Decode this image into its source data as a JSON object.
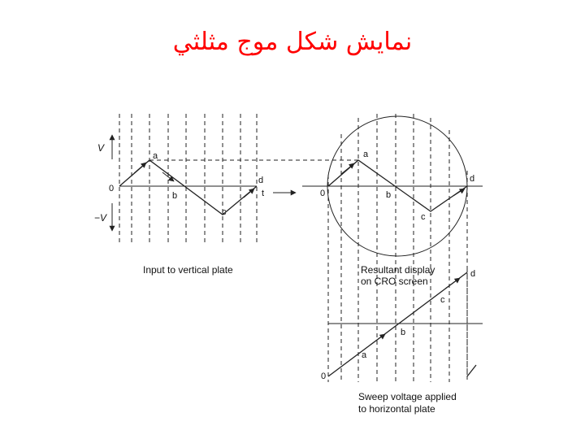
{
  "slide": {
    "title": "نمایش شکل موج مثلثي",
    "title_color": "#ff0000"
  },
  "diagram": {
    "input_labels": {
      "v_pos": "V",
      "v_neg": "−V",
      "zero": "0",
      "a": "a",
      "b": "b",
      "c": "c",
      "d": "d",
      "time": "t"
    },
    "screen_labels": {
      "zero": "0",
      "a": "a",
      "b": "b",
      "c": "c",
      "d": "d"
    },
    "sweep_labels": {
      "zero": "0",
      "a": "a",
      "b": "b",
      "c": "c",
      "d": "d"
    },
    "captions": {
      "input": "Input to vertical plate",
      "screen_line1": "Resultant display",
      "screen_line2": "on CRO screen",
      "sweep_line1": "Sweep voltage applied",
      "sweep_line2": "to horizontal plate"
    },
    "line_color": "#222222"
  }
}
